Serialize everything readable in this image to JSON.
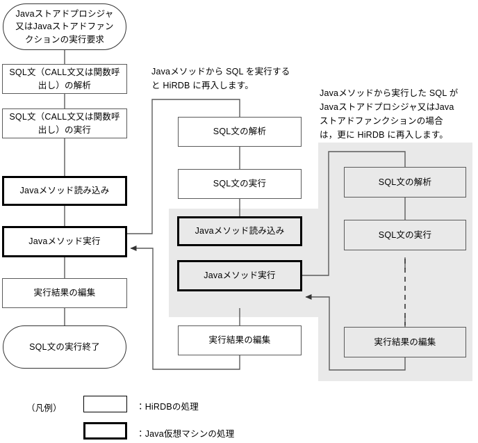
{
  "diagram": {
    "title_present": false,
    "background": "#ffffff",
    "band_color": "#e9e9e9",
    "line_color": "#5a5a5a",
    "jvm_border_color": "#000000"
  },
  "left_column": {
    "name": "HiRDB main flow",
    "nodes": [
      {
        "id": "start",
        "shape": "terminator",
        "kind": "hirdb",
        "label": "Javaストアドプロシジャ\n又はJavaストアドファン\nクションの実行要求"
      },
      {
        "id": "parse",
        "shape": "rect",
        "kind": "hirdb",
        "label": "SQL文（CALL文又は関数呼\n出し）の解析"
      },
      {
        "id": "exec",
        "shape": "rect",
        "kind": "hirdb",
        "label": "SQL文（CALL文又は関数呼\n出し）の実行"
      },
      {
        "id": "load",
        "shape": "rect",
        "kind": "jvm",
        "label": "Javaメソッド読み込み"
      },
      {
        "id": "run",
        "shape": "rect",
        "kind": "jvm",
        "label": "Javaメソッド実行"
      },
      {
        "id": "edit",
        "shape": "rect",
        "kind": "hirdb",
        "label": "実行結果の編集"
      },
      {
        "id": "end",
        "shape": "terminator",
        "kind": "hirdb",
        "label": "SQL文の実行終了"
      }
    ]
  },
  "middle_column": {
    "name": "Re-entrant HiRDB flow (1st level)",
    "nodes": [
      {
        "id": "m-parse",
        "shape": "rect",
        "kind": "hirdb",
        "label": "SQL文の解析"
      },
      {
        "id": "m-exec",
        "shape": "rect",
        "kind": "hirdb",
        "label": "SQL文の実行"
      },
      {
        "id": "m-load",
        "shape": "rect",
        "kind": "jvm",
        "label": "Javaメソッド読み込み"
      },
      {
        "id": "m-run",
        "shape": "rect",
        "kind": "jvm",
        "label": "Javaメソッド実行"
      },
      {
        "id": "m-edit",
        "shape": "rect",
        "kind": "hirdb",
        "label": "実行結果の編集"
      }
    ]
  },
  "right_column": {
    "name": "Re-entrant HiRDB flow (2nd level)",
    "nodes": [
      {
        "id": "r-parse",
        "shape": "rect",
        "kind": "hirdb",
        "label": "SQL文の解析"
      },
      {
        "id": "r-exec",
        "shape": "rect",
        "kind": "hirdb",
        "label": "SQL文の実行"
      },
      {
        "id": "r-edit",
        "shape": "rect",
        "kind": "hirdb",
        "label": "実行結果の編集"
      }
    ]
  },
  "notes": [
    {
      "id": "note-1",
      "text": "Javaメソッドから SQL を実行する\nと HiRDB に再入します。"
    },
    {
      "id": "note-2",
      "text": "Javaメソッドから実行した SQL が\nJavaストアドプロシジャ又はJava\nストアドファンクションの場合\nは，更に HiRDB に再入します。"
    }
  ],
  "legend": {
    "caption": "（凡例）",
    "items": [
      {
        "id": "legend-hirdb",
        "swatch": "thin",
        "text": "：HiRDBの処理"
      },
      {
        "id": "legend-jvm",
        "swatch": "thick",
        "text": "：Java仮想マシンの処理"
      }
    ]
  }
}
